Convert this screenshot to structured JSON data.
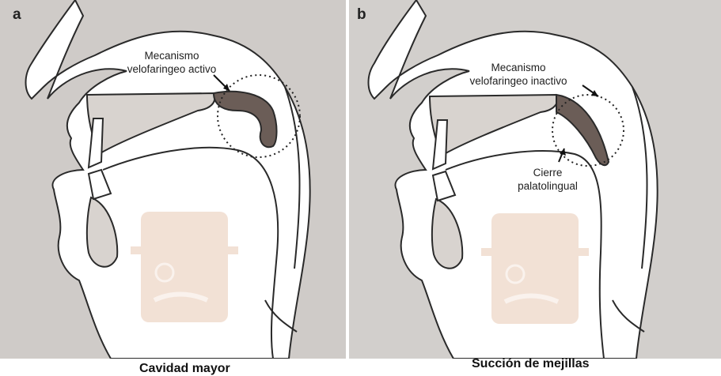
{
  "panels": [
    {
      "letter": "a",
      "label": "Mecanismo\nvelofaringeo activo",
      "caption": "Cavidad mayor"
    },
    {
      "letter": "b",
      "label": "Mecanismo\nvelofaringeo inactivo",
      "label2": "Cierre\npalatolingual",
      "caption": "Succión de mejillas"
    }
  ],
  "colors": {
    "background": "#cfcbc8",
    "outline": "#2a2a2a",
    "soft_palate": "#6b5d57",
    "watermark": "#e8c9b3"
  }
}
